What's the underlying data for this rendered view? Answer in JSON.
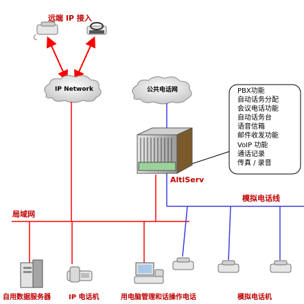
{
  "title": "远端 IP 接入",
  "clouds": {
    "ip_network": "IP Network",
    "pstn": "公共电话网"
  },
  "pbx_label": "AltiServ",
  "features": [
    "PBX功能",
    "自动话务分配",
    "会议电话功能",
    "自动话务台",
    "语音信箱",
    "邮件收发功能",
    "VoIP 功能",
    "通话记录",
    "传真 / 录音"
  ],
  "lan_label": "局域网",
  "analog_line_label": "模拟电话线",
  "bottom_labels": {
    "server": "自用数据服务器",
    "ip_phone": "IP 电话机",
    "pc_console": "用电脑管理和话操作电话",
    "analog_phone": "模拟电话机"
  },
  "colors": {
    "lan_line": "#ff0000",
    "analog_line": "#3b3bdc",
    "arrow": "#ff0000",
    "label_red": "#c00000"
  }
}
